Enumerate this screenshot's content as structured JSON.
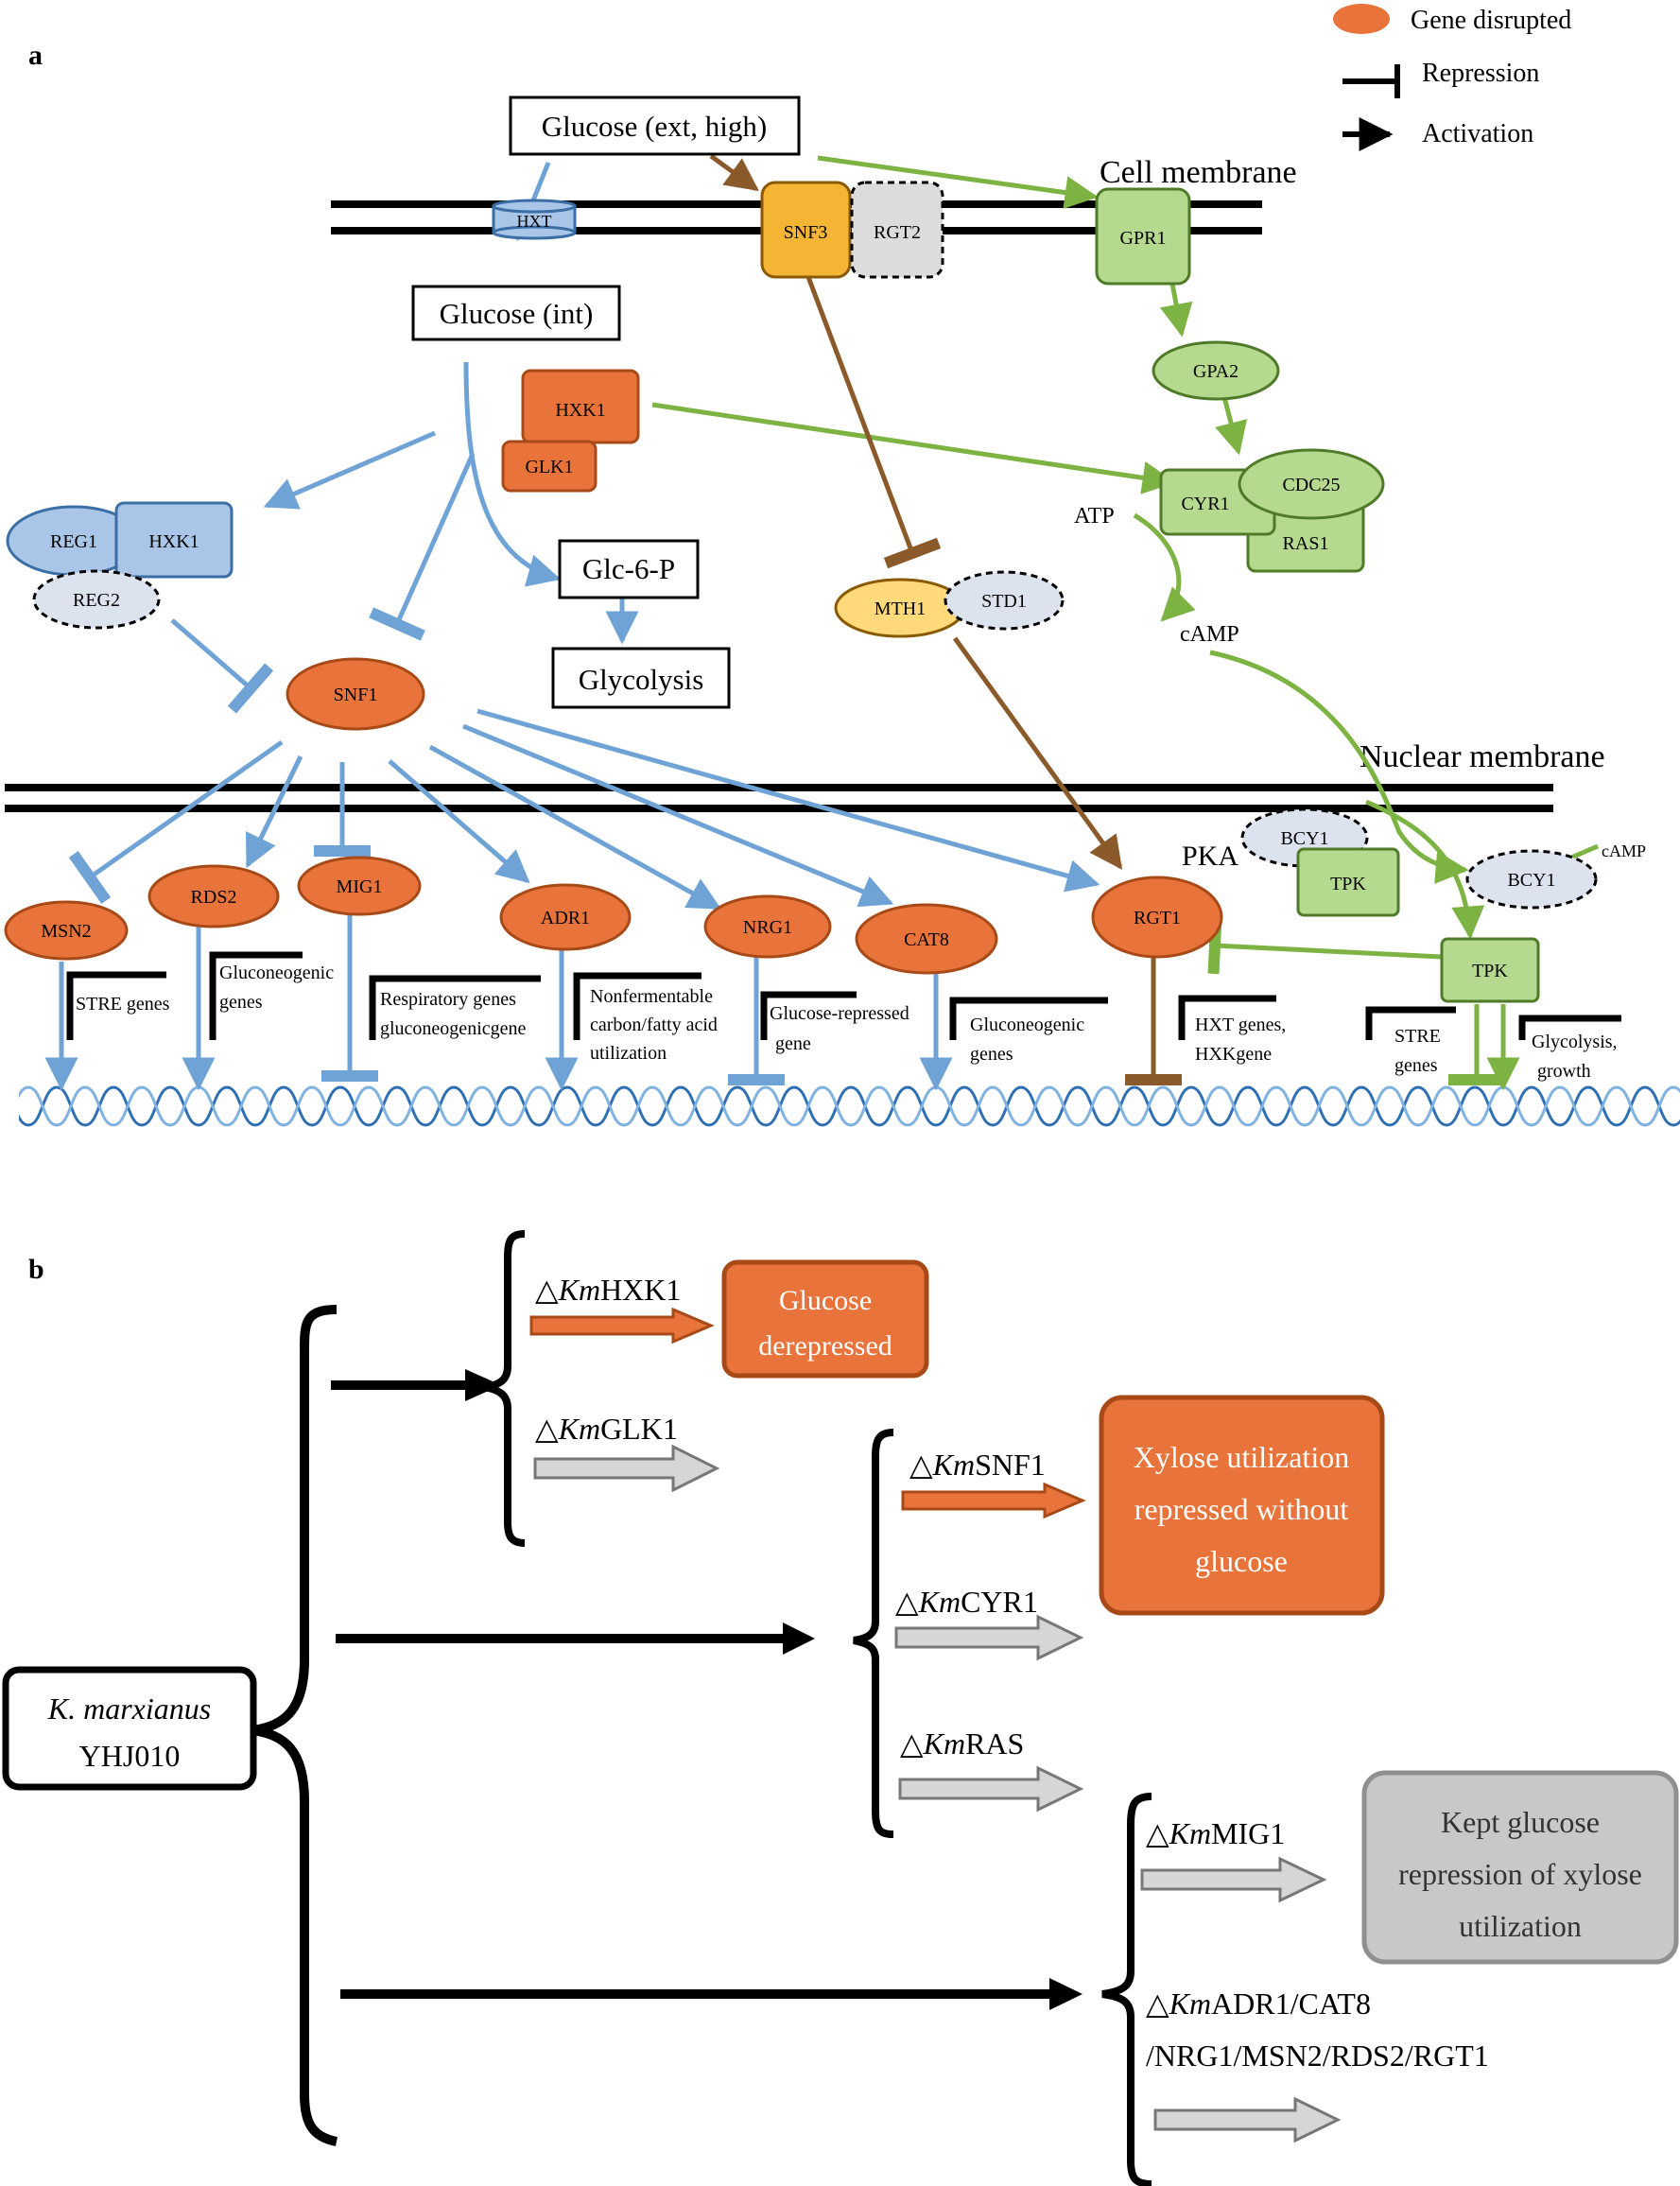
{
  "panel_a": {
    "label": "a",
    "legend": {
      "gene_disrupted": "Gene disrupted",
      "repression": "Repression",
      "activation": "Activation"
    },
    "labels": {
      "cell_membrane": "Cell membrane",
      "nuclear_membrane": "Nuclear membrane",
      "pka": "PKA",
      "atp": "ATP",
      "camp": "cAMP",
      "camp_small": "cAMP"
    },
    "boxes": {
      "glucose_ext": "Glucose (ext, high)",
      "glucose_int": "Glucose (int)",
      "glc6p": "Glc-6-P",
      "glycolysis": "Glycolysis"
    },
    "nodes": {
      "hxt": "HXT",
      "snf3": "SNF3",
      "rgt2": "RGT2",
      "gpr1": "GPR1",
      "gpa2": "GPA2",
      "cyr1": "CYR1",
      "cdc25": "CDC25",
      "ras1": "RAS1",
      "hxk1": "HXK1",
      "glk1": "GLK1",
      "reg1": "REG1",
      "hxk1_blue": "HXK1",
      "reg2": "REG2",
      "snf1": "SNF1",
      "mth1": "MTH1",
      "std1": "STD1",
      "bcy1_a": "BCY1",
      "tpk_a": "TPK",
      "bcy1_b": "BCY1",
      "tpk_b": "TPK",
      "msn2": "MSN2",
      "rds2": "RDS2",
      "mig1": "MIG1",
      "adr1": "ADR1",
      "nrg1": "NRG1",
      "cat8": "CAT8",
      "rgt1": "RGT1"
    },
    "genes": {
      "msn2": [
        "STRE genes"
      ],
      "rds2": [
        "Gluconeogenic",
        "genes"
      ],
      "mig1": [
        "Respiratory genes",
        "gluconeogenicgene"
      ],
      "adr1": [
        "Nonfermentable",
        "carbon/fatty acid",
        "utilization"
      ],
      "nrg1": [
        "Glucose-repressed",
        "gene"
      ],
      "cat8": [
        "Gluconeogenic",
        "genes"
      ],
      "rgt1": [
        "HXT genes,",
        "HXKgene"
      ],
      "tpk_stre": [
        "STRE",
        "genes"
      ],
      "tpk_glyco": [
        "Glycolysis,",
        "growth"
      ]
    }
  },
  "panel_b": {
    "label": "b",
    "root": {
      "line1": "K. marxianus",
      "line2": "YHJ010"
    },
    "mutants": {
      "hxk1": {
        "delta": "△",
        "km": "Km",
        "gene": "HXK1"
      },
      "glk1": {
        "delta": "△",
        "km": "Km",
        "gene": "GLK1"
      },
      "snf1": {
        "delta": "△",
        "km": "Km",
        "gene": "SNF1"
      },
      "cyr1": {
        "delta": "△",
        "km": "Km",
        "gene": "CYR1"
      },
      "ras": {
        "delta": "△",
        "km": "Km",
        "gene": "RAS"
      },
      "mig1": {
        "delta": "△",
        "km": "Km",
        "gene": "MIG1"
      },
      "adr1": {
        "delta": "△",
        "km": "Km",
        "gene": "ADR1/CAT8",
        "line2": "/NRG1/MSN2/RDS2/RGT1"
      }
    },
    "outcomes": {
      "glucose_derepressed": [
        "Glucose",
        "derepressed"
      ],
      "xylose_repressed": [
        "Xylose utilization",
        "repressed without",
        "glucose"
      ],
      "kept_repression": [
        "Kept glucose",
        "repression of xylose",
        "utilization"
      ]
    }
  },
  "colors": {
    "orange": "#e8743b",
    "orange_dark": "#a84a17",
    "blue": "#6fa3d6",
    "blue_fill": "#a9c6e8",
    "green": "#7cb342",
    "green_fill": "#b5d98f",
    "brown": "#8b5a2b",
    "yellow": "#f4b535",
    "light_yellow": "#ffd97a",
    "gray_fill": "#c8c8c8"
  }
}
